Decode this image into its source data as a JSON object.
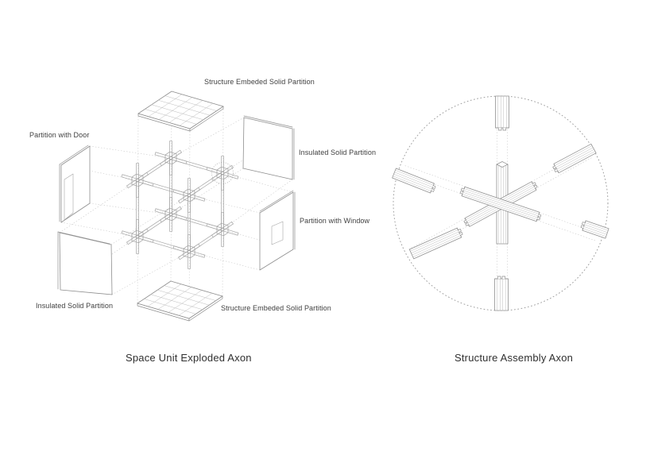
{
  "page": {
    "background": "#ffffff"
  },
  "left_diagram": {
    "title": "Space Unit Exploded Axon",
    "labels": {
      "top_partition": "Structure Embeded Solid Partition",
      "door": "Partition with Door",
      "insulated_right": "Insulated Solid Partition",
      "window": "Partition with Window",
      "insulated_left": "Insulated Solid Partition",
      "bottom_partition": "Structure Embeded Solid Partition"
    }
  },
  "right_diagram": {
    "title": "Structure Assembly Axon"
  },
  "colors": {
    "outline": "#8e8e8e",
    "beam": "#a5a5a5",
    "detail": "#bcbcbc",
    "dotted": "#c9c9c9",
    "circle_dotted": "#9f9f9f",
    "text": "#3c3c3c",
    "background": "#ffffff"
  }
}
